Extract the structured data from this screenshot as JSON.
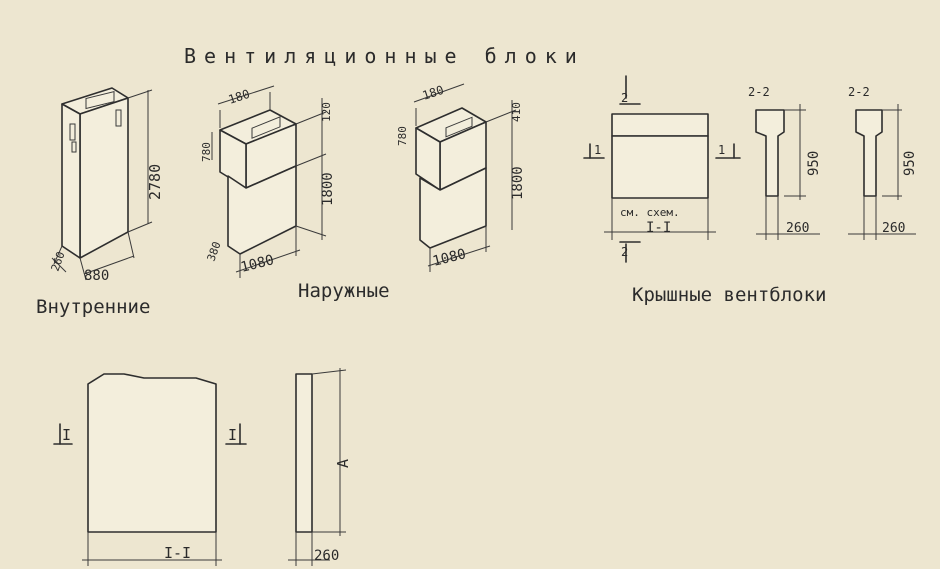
{
  "title": "Вентиляционные блоки",
  "captions": {
    "inner": "Внутренние",
    "outer": "Наружные",
    "roof": "Крышные вентблоки"
  },
  "dims": {
    "inner_height": "2780",
    "inner_width": "880",
    "inner_depth": "260",
    "outer_top": "180",
    "outer_left": "780",
    "outer_right": "120",
    "outer_height": "1800",
    "outer_width": "1080",
    "outer_depth": "380",
    "outer2_top": "180",
    "outer2_left": "780",
    "outer2_right": "410",
    "outer2_height": "1800",
    "outer2_width": "1080",
    "roof_height_a": "950",
    "roof_height_b": "950",
    "roof_depth_a": "260",
    "roof_depth_b": "260",
    "roof_width_note": "см. схем.",
    "panel_depth": "260",
    "panel_height": "A"
  },
  "section_marks": {
    "sec_2_top": "2",
    "sec_2_bottom": "2",
    "sec_1_left": "1",
    "sec_1_right": "1",
    "sec_2_2_a": "2-2",
    "sec_2_2_b": "2-2",
    "sec_I_I_roof": "I-I",
    "panel_I_left": "I",
    "panel_I_right": "I",
    "panel_I_I": "I-I"
  }
}
